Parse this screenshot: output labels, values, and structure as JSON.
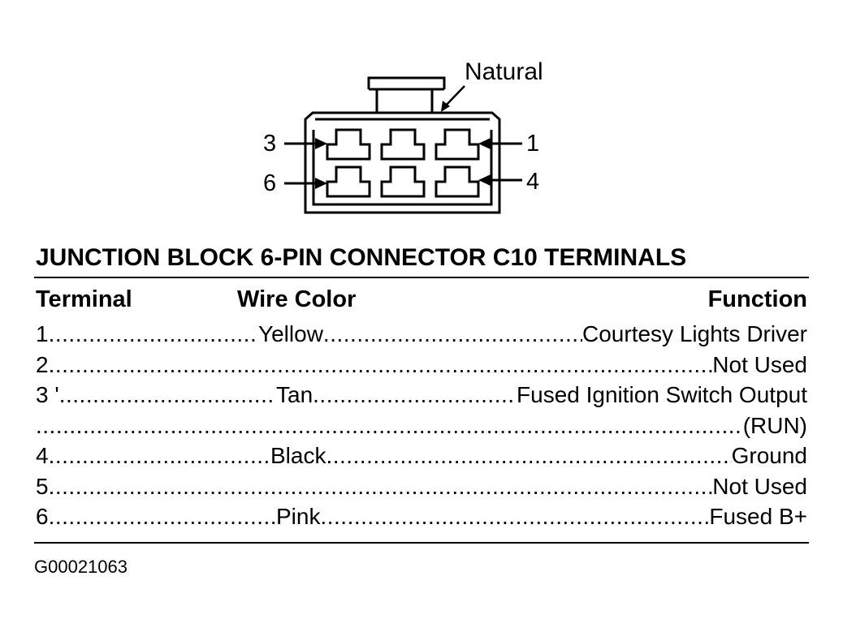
{
  "connector": {
    "housing_label": "Natural",
    "pin_labels": {
      "p3": "3",
      "p1": "1",
      "p6": "6",
      "p4": "4"
    }
  },
  "title": "JUNCTION BLOCK 6-PIN CONNECTOR C10 TERMINALS",
  "headers": {
    "terminal": "Terminal",
    "wire_color": "Wire Color",
    "function": "Function"
  },
  "rows": [
    {
      "terminal": "1",
      "wire_color": "Yellow",
      "function": "Courtesy Lights Driver"
    },
    {
      "terminal": "2",
      "wire_color": "",
      "function": "Not Used"
    },
    {
      "terminal": "3 '",
      "wire_color": "Tan",
      "function": "Fused Ignition Switch Output"
    },
    {
      "terminal": "",
      "wire_color": "",
      "function": "(RUN)"
    },
    {
      "terminal": "4",
      "wire_color": "Black",
      "function": "Ground"
    },
    {
      "terminal": "5",
      "wire_color": "",
      "function": "Not Used"
    },
    {
      "terminal": "6",
      "wire_color": "Pink",
      "function": "Fused B+"
    }
  ],
  "figure_id": "G00021063"
}
